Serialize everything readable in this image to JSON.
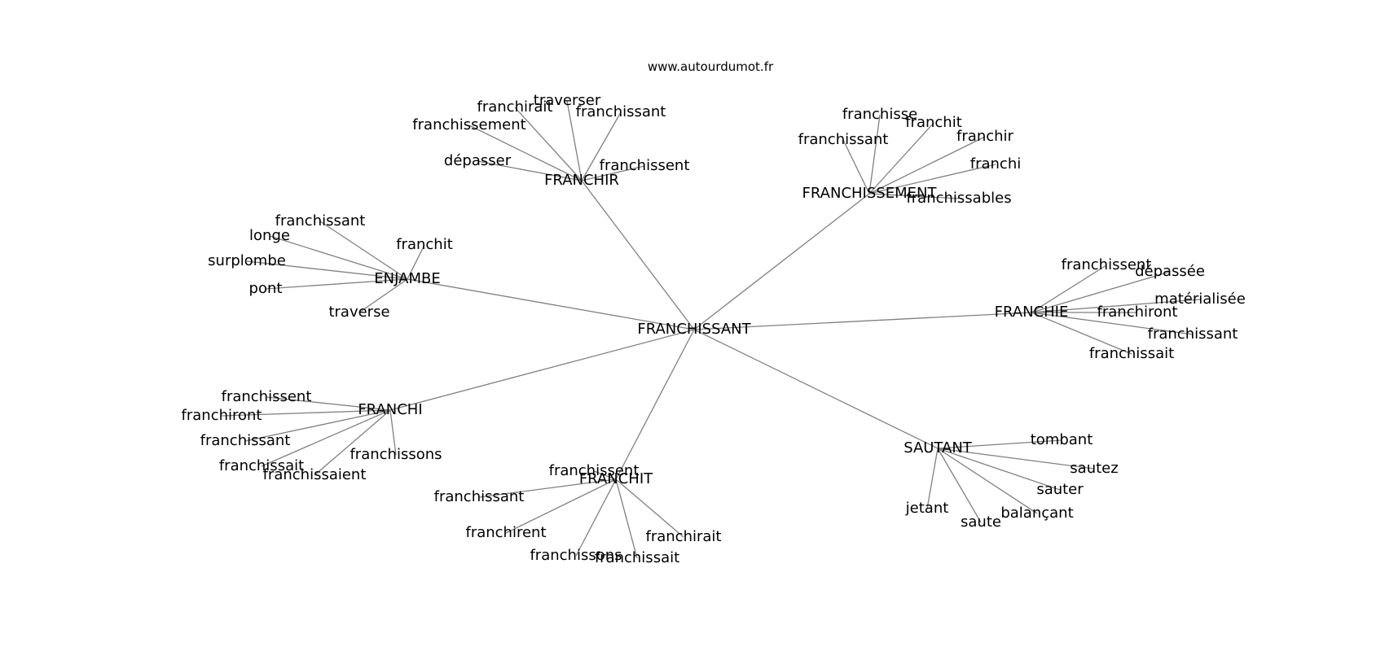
{
  "site": "www.autourdumot.fr",
  "edge_color": "#808080",
  "text_color": "#000000",
  "center": "FRANCHISSANT",
  "clusters": [
    {
      "label": "FRANCHIR",
      "leaves": [
        "traverser",
        "franchirait",
        "franchissant",
        "franchissement",
        "dépasser",
        "franchissent"
      ]
    },
    {
      "label": "FRANCHISSEMENT",
      "leaves": [
        "franchisse",
        "franchit",
        "franchir",
        "franchissant",
        "franchi",
        "franchissables"
      ]
    },
    {
      "label": "ENJAMBE",
      "leaves": [
        "franchissant",
        "longe",
        "franchit",
        "surplombe",
        "pont",
        "traverse"
      ]
    },
    {
      "label": "FRANCHIE",
      "leaves": [
        "franchissent",
        "dépassée",
        "matérialisée",
        "franchiront",
        "franchissant",
        "franchissait"
      ]
    },
    {
      "label": "FRANCHI",
      "leaves": [
        "franchissent",
        "franchiront",
        "franchissant",
        "franchissons",
        "franchissait",
        "franchissaient"
      ]
    },
    {
      "label": "SAUTANT",
      "leaves": [
        "tombant",
        "sautez",
        "sauter",
        "balançant",
        "jetant",
        "saute"
      ]
    },
    {
      "label": "FRANCHIT",
      "leaves": [
        "franchissent",
        "franchissant",
        "franchirent",
        "franchirait",
        "franchissons",
        "franchissait"
      ]
    }
  ]
}
